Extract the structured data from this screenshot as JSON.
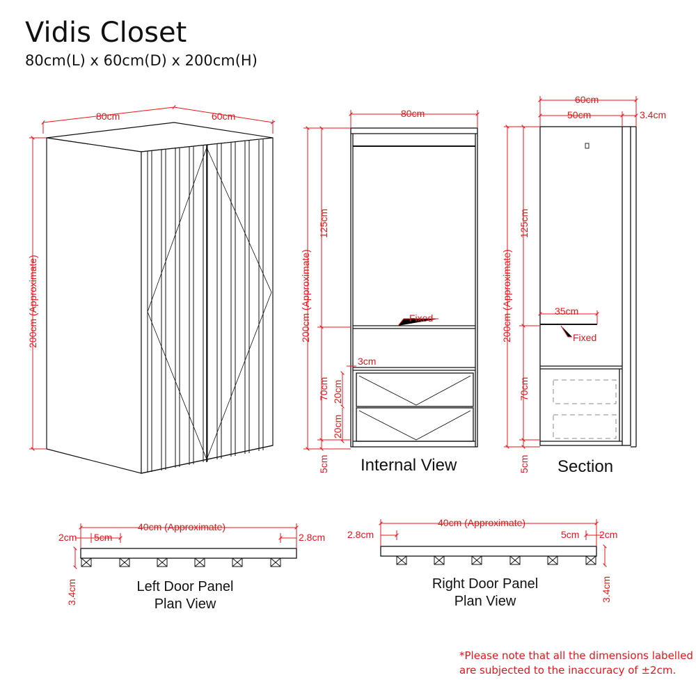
{
  "header": {
    "title": "Vidis Closet",
    "subtitle": "80cm(L) x 60cm(D) x 200cm(H)"
  },
  "perspective": {
    "width": "80cm",
    "depth": "60cm",
    "height": "200cm (Approximate)"
  },
  "internal_view": {
    "label": "Internal View",
    "width": "80cm",
    "height": "200cm (Approximate)",
    "upper": "125cm",
    "lower": "70cm",
    "base": "5cm",
    "drawer_top": "20cm",
    "drawer_bottom": "20cm",
    "gap": "3cm",
    "fixed": "Fixed"
  },
  "section": {
    "label": "Section",
    "depth": "60cm",
    "inner": "50cm",
    "door": "3.4cm",
    "height": "200cm (Approximate)",
    "upper": "125cm",
    "lower": "70cm",
    "base": "5cm",
    "shelf": "35cm",
    "fixed": "Fixed"
  },
  "left_panel": {
    "label_line1": "Left Door Panel",
    "label_line2": "Plan View",
    "width": "40cm (Approximate)",
    "edge_left": "2cm",
    "spacing": "5cm",
    "edge_right": "2.8cm",
    "thickness": "3.4cm"
  },
  "right_panel": {
    "label_line1": "Right Door Panel",
    "label_line2": "Plan View",
    "width": "40cm (Approximate)",
    "edge_left": "2.8cm",
    "spacing": "5cm",
    "edge_right": "2cm",
    "thickness": "3.4cm"
  },
  "footnote": {
    "line1": "*Please note that all the dimensions labelled",
    "line2": "are subjected to the inaccuracy of ±2cm."
  },
  "colors": {
    "dimension": "#e8141b",
    "line": "#111111"
  }
}
